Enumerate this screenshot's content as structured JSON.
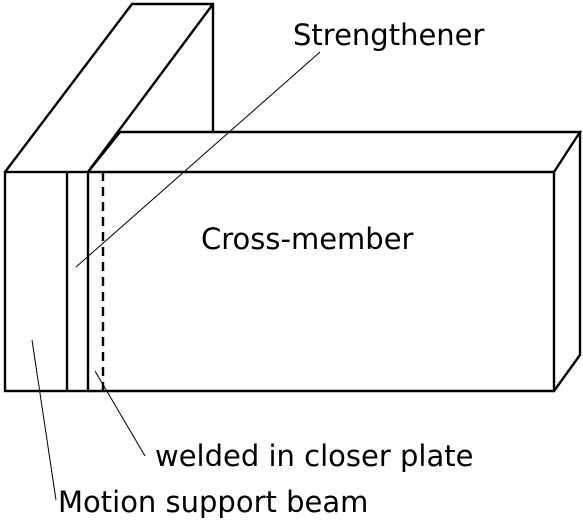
{
  "labels": {
    "strengthener": "Strengthener",
    "cross_member": "Cross-member",
    "closer_plate": "welded in closer plate",
    "motion_beam": "Motion support beam"
  },
  "colors": {
    "stroke": "#000000",
    "background": "#ffffff"
  }
}
